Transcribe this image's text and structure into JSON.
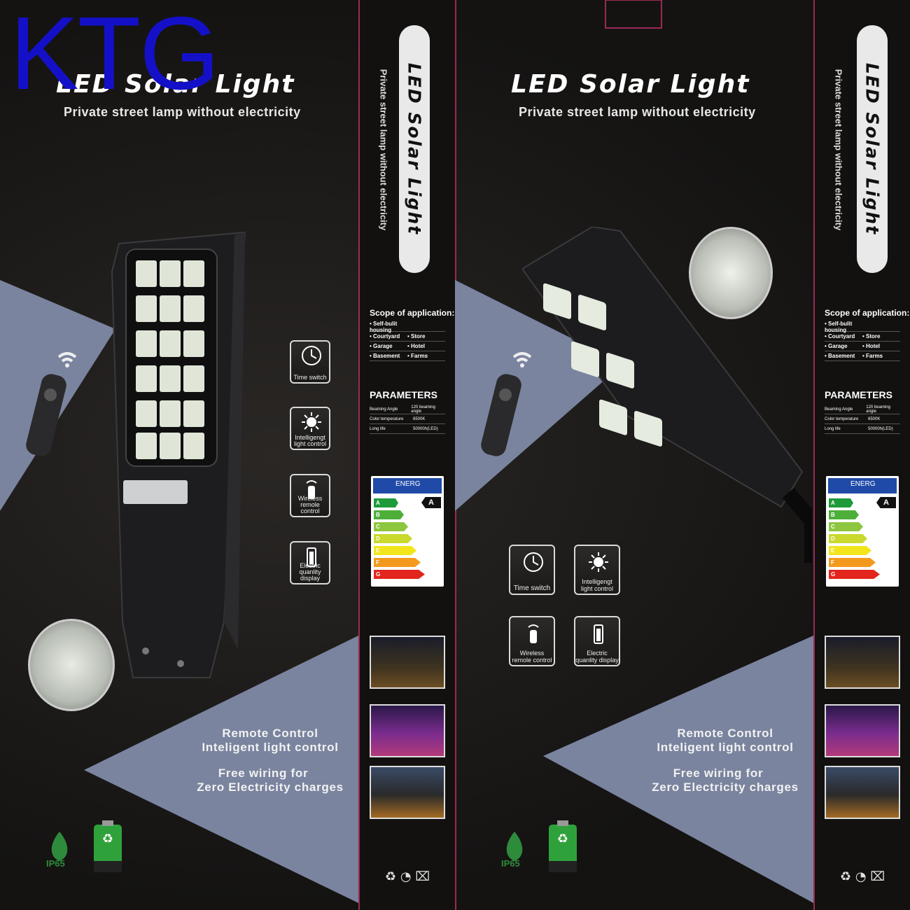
{
  "logo": "KTG",
  "product": {
    "title": "LED Solar Light",
    "subtitle": "Private street lamp without electricity"
  },
  "scope": {
    "heading": "Scope of application:",
    "items": [
      "• Self-bulit housing",
      "• Courtyard",
      "• Store",
      "• Garage",
      "• Hotel",
      "• Basement",
      "• Farms"
    ]
  },
  "parameters": {
    "heading": "PARAMETERS",
    "rows": [
      {
        "name": "Beaming Angle",
        "value": "120 beaming angle"
      },
      {
        "name": "Color temperature",
        "value": "6500K"
      },
      {
        "name": "Long life",
        "value": "50000h(LED)"
      }
    ]
  },
  "energy_label": {
    "header": "ENERG",
    "classes": [
      "A",
      "B",
      "C",
      "D",
      "E",
      "F",
      "G"
    ],
    "colors": [
      "#1e9b3b",
      "#4daf3a",
      "#8dc63f",
      "#c9d92e",
      "#f2e51c",
      "#f39a1e",
      "#e3261d"
    ],
    "rating": "A"
  },
  "features": {
    "time_switch": "Time switch",
    "light_control": "Intelligengt light control",
    "remote_control": "Wireless remole control",
    "quantity_display": "Electric quanlity display"
  },
  "copy": {
    "line1": "Remote Control",
    "line2": "Inteligent light control",
    "line3": "Free wiring for",
    "line4": "Zero Electricity charges"
  },
  "badge": {
    "ip": "IP65"
  },
  "colors": {
    "accent_border": "#9b2a55",
    "logo_blue": "#1410c8",
    "triangle": "#7f8aa6"
  }
}
